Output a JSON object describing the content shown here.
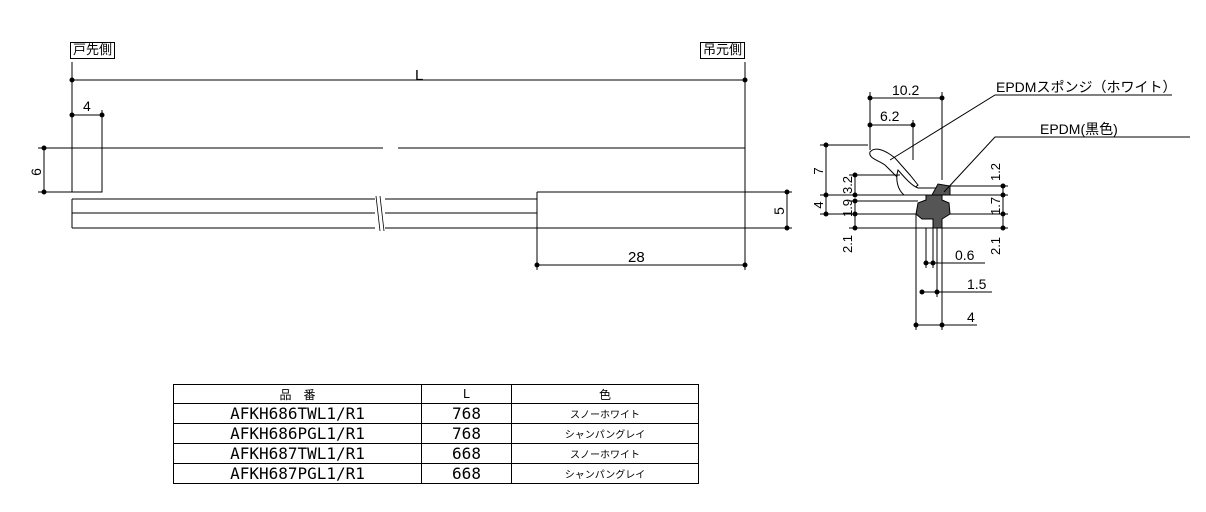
{
  "labels": {
    "door_tip_side": "戸先側",
    "hinge_side": "吊元側",
    "length_symbol": "L"
  },
  "profile_dims": {
    "d4": "4",
    "d6": "6",
    "d5": "5",
    "d28": "28"
  },
  "section_dims": {
    "w10_2": "10.2",
    "w6_2": "6.2",
    "h7": "7",
    "h3_2": "3.2",
    "h4": "4",
    "h1_9": "1.9",
    "h2_1_left": "2.1",
    "h1_2": "1.2",
    "h1_7": "1.7",
    "h2_1_right": "2.1",
    "w0_6": "0.6",
    "w1_5": "1.5",
    "w4": "4",
    "material_sponge": "EPDMスポンジ（ホワイト）",
    "material_black": "EPDM(黒色)"
  },
  "parts_table": {
    "headers": [
      "品　番",
      "L",
      "色"
    ],
    "rows": [
      {
        "part": "AFKH686TWL1/R1",
        "length": "768",
        "color": "スノーホワイト"
      },
      {
        "part": "AFKH686PGL1/R1",
        "length": "768",
        "color": "シャンパングレイ"
      },
      {
        "part": "AFKH687TWL1/R1",
        "length": "668",
        "color": "スノーホワイト"
      },
      {
        "part": "AFKH687PGL1/R1",
        "length": "668",
        "color": "シャンパングレイ"
      }
    ]
  }
}
